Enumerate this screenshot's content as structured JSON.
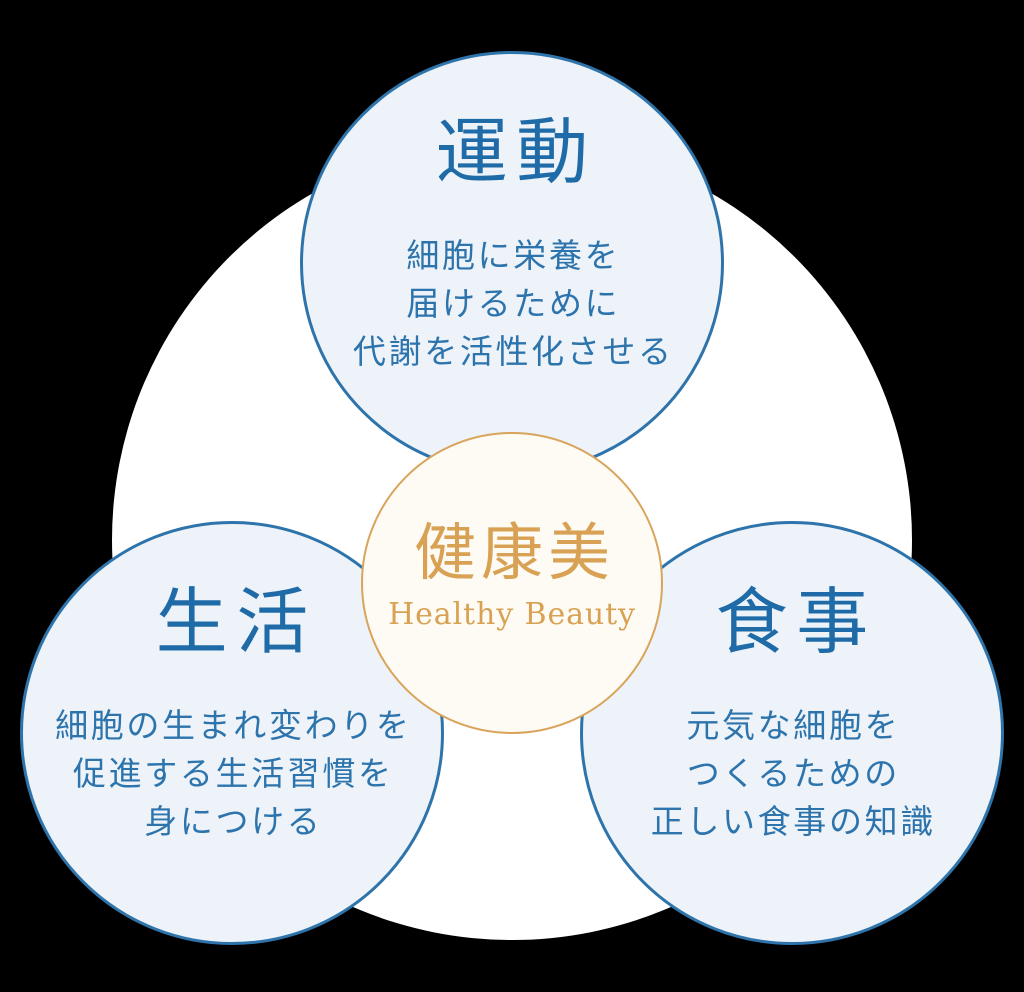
{
  "diagram": {
    "background_color": "#000000",
    "backdrop_color": "#ffffff",
    "satellite_fill": "#edf3f9",
    "satellite_border_color": "#2e74ab",
    "satellite_title_color": "#1f6ba8",
    "satellite_body_color": "#2d74ad",
    "center": {
      "title": "健康美",
      "subtitle": "Healthy Beauty",
      "fill": "#fdfbf4",
      "border_color": "#d9a45b",
      "text_color": "#d8a153"
    },
    "circles": [
      {
        "id": "exercise",
        "title": "運動",
        "lines": [
          "細胞に栄養を",
          "届けるために",
          "代謝を活性化させる"
        ]
      },
      {
        "id": "lifestyle",
        "title": "生活",
        "lines": [
          "細胞の生まれ変わりを",
          "促進する生活習慣を",
          "身につける"
        ]
      },
      {
        "id": "diet",
        "title": "食事",
        "lines": [
          "元気な細胞を",
          "つくるための",
          "正しい食事の知識"
        ]
      }
    ]
  }
}
